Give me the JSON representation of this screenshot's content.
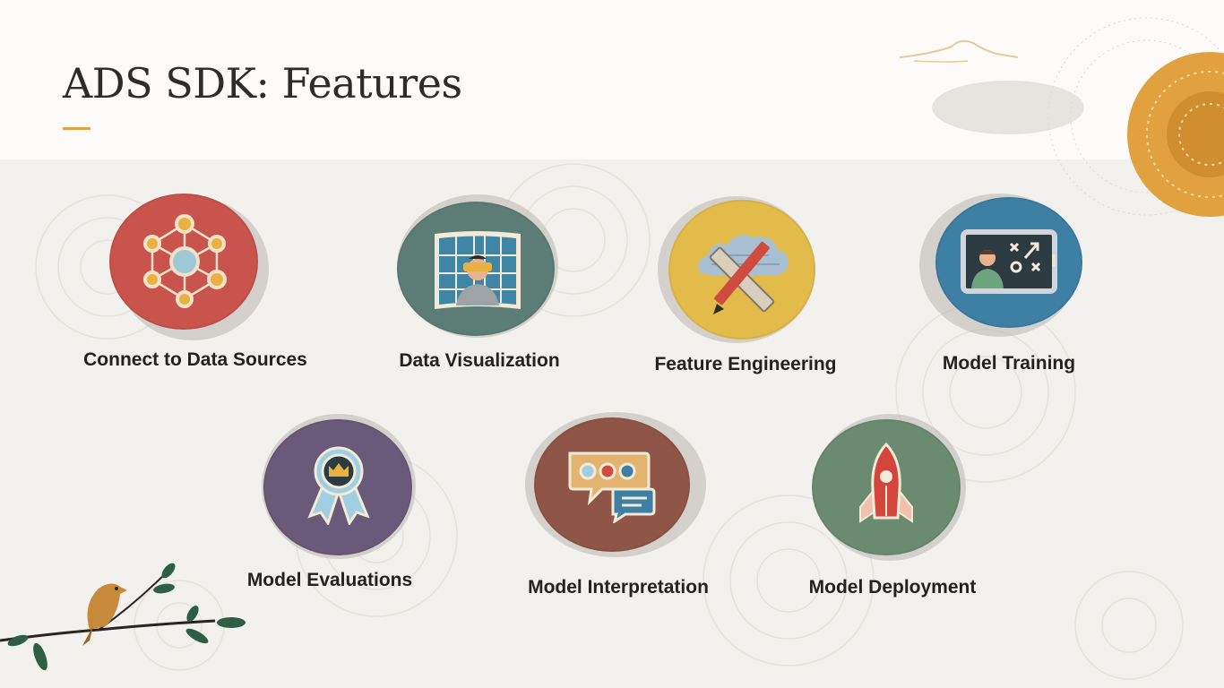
{
  "slide": {
    "title": "ADS SDK: Features",
    "accent_color": "#e1a13f"
  },
  "features": [
    {
      "label": "Connect to Data Sources",
      "icon": "network-nodes-icon",
      "color": "#c9534d"
    },
    {
      "label": "Data Visualization",
      "icon": "vr-screens-icon",
      "color": "#5c7d76"
    },
    {
      "label": "Feature Engineering",
      "icon": "cloud-ruler-pencil-icon",
      "color": "#e3bb4b"
    },
    {
      "label": "Model Training",
      "icon": "whiteboard-coach-icon",
      "color": "#3e7fa4"
    },
    {
      "label": "Model Evaluations",
      "icon": "award-ribbon-icon",
      "color": "#6a5a7a"
    },
    {
      "label": "Model Interpretation",
      "icon": "chat-bubbles-icon",
      "color": "#8f5546"
    },
    {
      "label": "Model Deployment",
      "icon": "rocket-icon",
      "color": "#6b8b71"
    }
  ]
}
